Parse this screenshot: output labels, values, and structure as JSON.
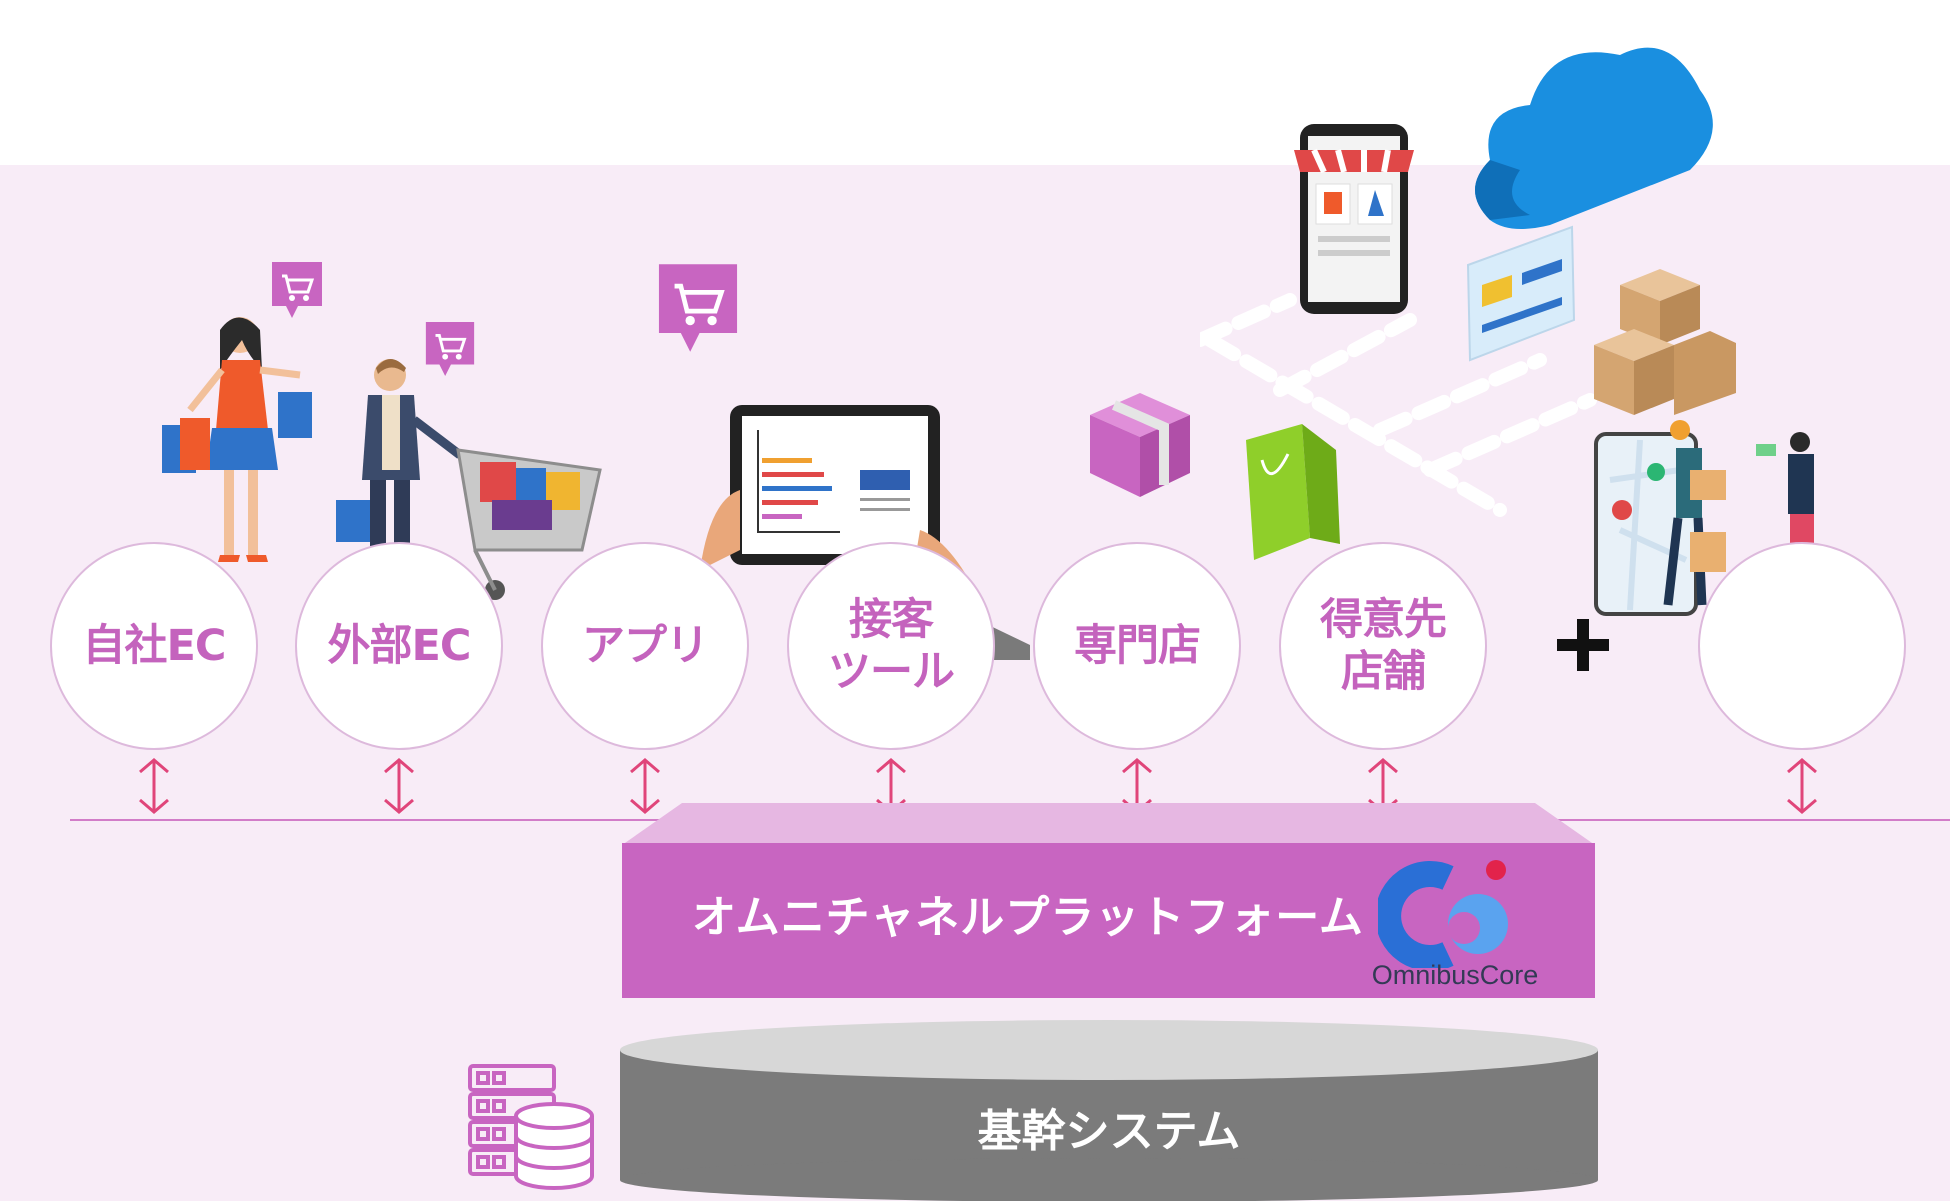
{
  "channels": [
    {
      "label": "自社EC"
    },
    {
      "label": "外部EC"
    },
    {
      "label": "アプリ"
    },
    {
      "label": "接客\nツール"
    },
    {
      "label": "専門店"
    },
    {
      "label": "得意先\n店舗"
    },
    {
      "label": ""
    }
  ],
  "platform": {
    "label": "オムニチャネルプラットフォーム",
    "logo_text": "OmnibusCore"
  },
  "core_system": {
    "label": "基幹システム"
  },
  "colors": {
    "accent_pink": "#c865c1",
    "band_bg": "#f8ecf7",
    "arrow": "#e0457a",
    "drum_gray": "#7b7b7b",
    "logo_blue": "#2a6fd6",
    "logo_red": "#e2234b"
  },
  "icons": [
    "shopping-cart-icon",
    "tablet-chart-icon",
    "cloud-icon",
    "smartphone-shop-icon",
    "credit-card-icon",
    "cardboard-boxes-icon",
    "gift-box-icon",
    "shopping-bag-icon",
    "delivery-map-icon",
    "server-database-icon",
    "plus-icon"
  ]
}
